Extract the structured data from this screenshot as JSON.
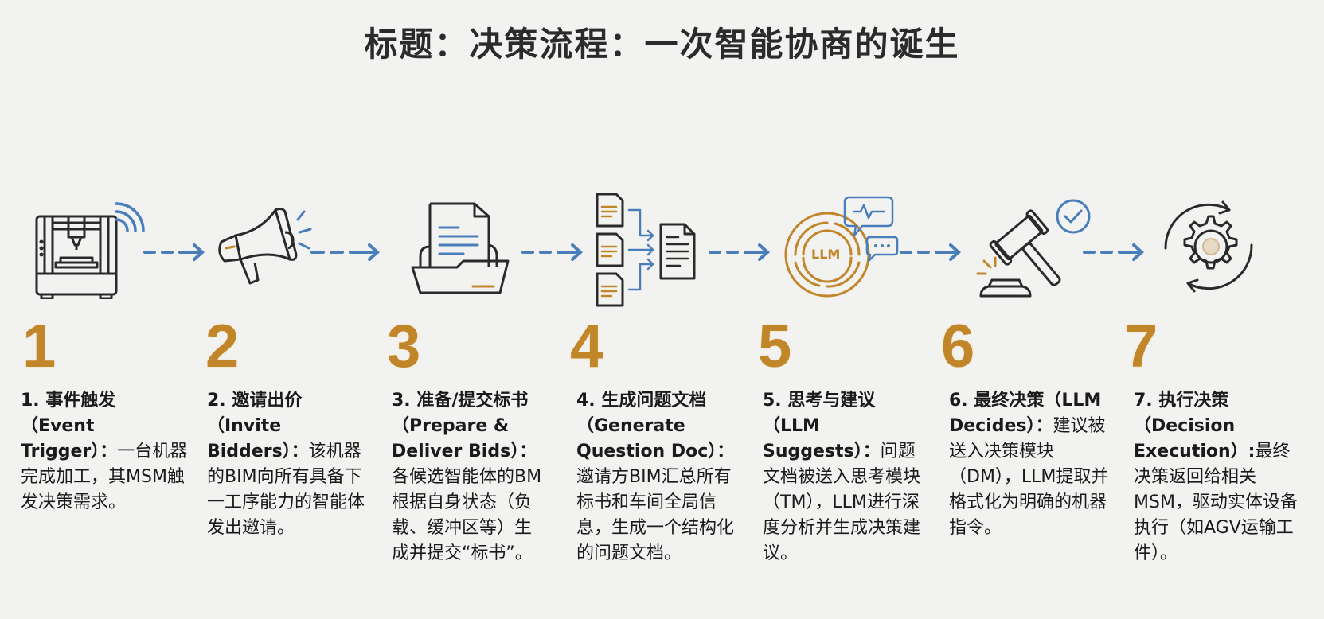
{
  "title": "标题：决策流程：一次智能协商的诞生",
  "colors": {
    "accent_gold": "#c2862a",
    "arrow_blue": "#4a7ebb",
    "icon_dark": "#2a2a2a",
    "background": "#f2f2f1"
  },
  "steps": [
    {
      "number": "1",
      "icon": "cnc-machine-wireless-icon",
      "heading": "1. 事件触发（Event Trigger）：",
      "body": "一台机器完成加工，其MSM触发决策需求。"
    },
    {
      "number": "2",
      "icon": "megaphone-icon",
      "heading": "2. 邀请出价（Invite Bidders）：",
      "body": "该机器的BIM向所有具备下一工序能力的智能体发出邀请。"
    },
    {
      "number": "3",
      "icon": "document-folder-icon",
      "heading": "3. 准备/提交标书（Prepare & Deliver Bids）：",
      "body": "各候选智能体的BM根据自身状态（负载、缓冲区等）生成并提交“标书”。"
    },
    {
      "number": "4",
      "icon": "documents-merge-icon",
      "heading": "4. 生成问题文档（Generate Question Doc）：",
      "body": "邀请方BIM汇总所有标书和车间全局信息，生成一个结构化的问题文档。"
    },
    {
      "number": "5",
      "icon": "llm-thinking-icon",
      "heading": "5. 思考与建议（LLM Suggests）：",
      "body": "问题文档被送入思考模块（TM），LLM进行深度分析并生成决策建议。"
    },
    {
      "number": "6",
      "icon": "gavel-decision-icon",
      "heading": "6. 最终决策（LLM Decides）：",
      "body": "建议被送入决策模块（DM），LLM提取并格式化为明确的机器指令。"
    },
    {
      "number": "7",
      "icon": "gear-cycle-icon",
      "heading": "7. 执行决策（Decision Execution）:",
      "body": "最终决策返回给相关MSM，驱动实体设备执行（如AGV运输工件）。"
    }
  ],
  "icons": {
    "llm_label": "LLM"
  }
}
